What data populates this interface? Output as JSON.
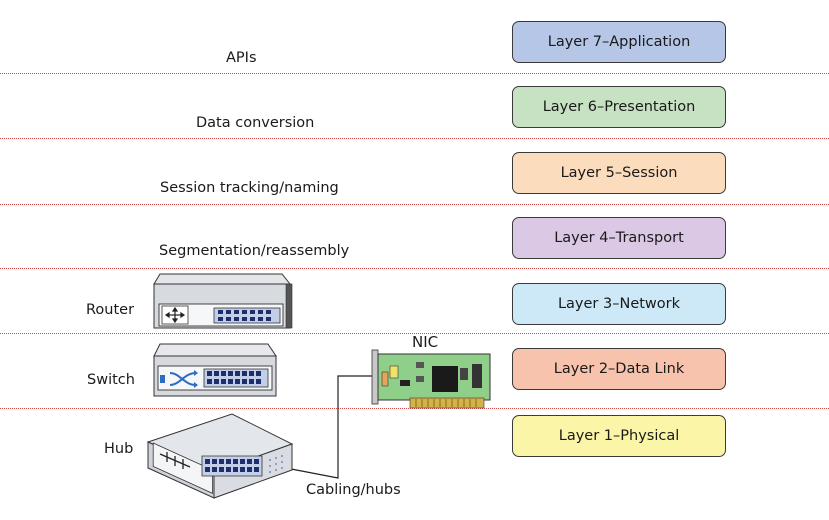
{
  "layers": [
    {
      "label": "Layer 7–Application",
      "color": "#b5c6e6"
    },
    {
      "label": "Layer 6–Presentation",
      "color": "#c6e2c2"
    },
    {
      "label": "Layer 5–Session",
      "color": "#fbdcbc"
    },
    {
      "label": "Layer 4–Transport",
      "color": "#dbc8e4"
    },
    {
      "label": "Layer 3–Network",
      "color": "#cde9f8"
    },
    {
      "label": "Layer 2–Data Link",
      "color": "#f7c3ad"
    },
    {
      "label": "Layer 1–Physical",
      "color": "#fbf5a7"
    }
  ],
  "functions": {
    "apis": "APIs",
    "data_conversion": "Data conversion",
    "session_tracking": "Session tracking/naming",
    "segmentation": "Segmentation/reassembly"
  },
  "devices": {
    "router": "Router",
    "switch": "Switch",
    "hub": "Hub",
    "nic": "NIC",
    "cabling": "Cabling/hubs"
  },
  "icons": [
    "router-icon",
    "switch-icon",
    "hub-icon",
    "nic-card-icon",
    "cable-line"
  ],
  "divider_color": "#d24a4a"
}
